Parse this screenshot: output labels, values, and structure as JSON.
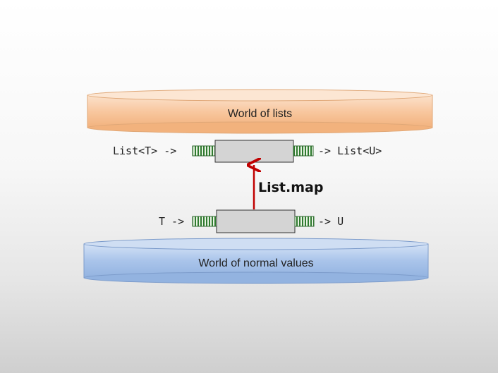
{
  "top_world": {
    "label": "World of lists"
  },
  "bottom_world": {
    "label": "World of normal values"
  },
  "top_function": {
    "input": "List<T> ->",
    "output": "-> List<U>"
  },
  "bottom_function": {
    "input": "T ->",
    "output": "-> U"
  },
  "lift": {
    "label": "List.map"
  },
  "colors": {
    "top_world": "#f8c79f",
    "bottom_world": "#a9c4ea",
    "arrow": "#c00000",
    "function_box": "#d4d4d4",
    "connector": "#3f8f3f"
  }
}
